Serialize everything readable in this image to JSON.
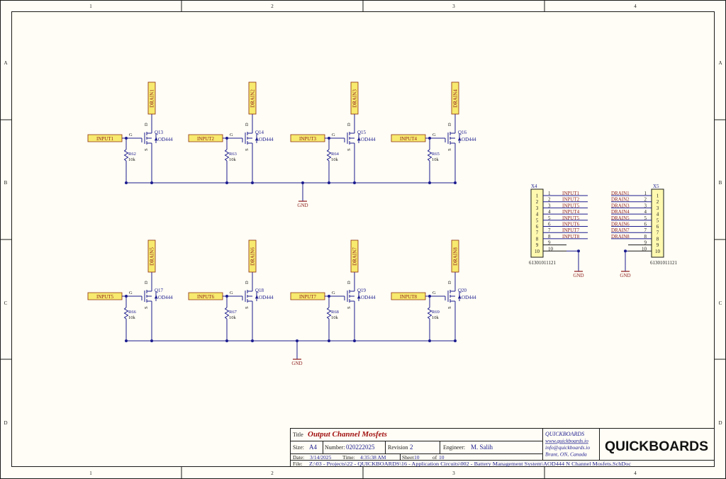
{
  "frame": {
    "col_labels": [
      "1",
      "2",
      "3",
      "4"
    ],
    "row_labels": [
      "A",
      "B",
      "C",
      "D"
    ]
  },
  "colors": {
    "wire": "#1b1b8f",
    "netlabel_fill": "#f7ea6e",
    "netlabel_stroke": "#8b2a0a",
    "netlabel_text": "#8b1a1a",
    "junction": "#1b1b8f",
    "designator": "#1b1b8f",
    "gnd": "#8b1a1a",
    "connector_fill": "#fff9b0",
    "border": "#1a1a1a",
    "title_red": "#a01010"
  },
  "mosfet_rows": [
    {
      "gnd": "GND",
      "channels": [
        {
          "input": "INPUT1",
          "drain": "DRAIN1",
          "q": "Q13",
          "part": "AOD444",
          "r": "R62",
          "rv": "10k",
          "g": "G",
          "d": "D",
          "s": "S"
        },
        {
          "input": "INPUT2",
          "drain": "DRAIN2",
          "q": "Q14",
          "part": "AOD444",
          "r": "R63",
          "rv": "10k",
          "g": "G",
          "d": "D",
          "s": "S"
        },
        {
          "input": "INPUT3",
          "drain": "DRAIN3",
          "q": "Q15",
          "part": "AOD444",
          "r": "R64",
          "rv": "10k",
          "g": "G",
          "d": "D",
          "s": "S"
        },
        {
          "input": "INPUT4",
          "drain": "DRAIN4",
          "q": "Q16",
          "part": "AOD444",
          "r": "R65",
          "rv": "10k",
          "g": "G",
          "d": "D",
          "s": "S"
        }
      ]
    },
    {
      "gnd": "GND",
      "channels": [
        {
          "input": "INPUT5",
          "drain": "DRAIN5",
          "q": "Q17",
          "part": "AOD444",
          "r": "R66",
          "rv": "10k",
          "g": "G",
          "d": "D",
          "s": "S"
        },
        {
          "input": "INPUT6",
          "drain": "DRAIN6",
          "q": "Q18",
          "part": "AOD444",
          "r": "R67",
          "rv": "10k",
          "g": "G",
          "d": "D",
          "s": "S"
        },
        {
          "input": "INPUT7",
          "drain": "DRAIN7",
          "q": "Q19",
          "part": "AOD444",
          "r": "R68",
          "rv": "10k",
          "g": "G",
          "d": "D",
          "s": "S"
        },
        {
          "input": "INPUT8",
          "drain": "DRAIN8",
          "q": "Q20",
          "part": "AOD444",
          "r": "R69",
          "rv": "10k",
          "g": "G",
          "d": "D",
          "s": "S"
        }
      ]
    }
  ],
  "connectors": [
    {
      "ref": "X4",
      "part": "61301011121",
      "pins": [
        "1",
        "2",
        "3",
        "4",
        "5",
        "6",
        "7",
        "8",
        "9",
        "10"
      ],
      "nets": [
        "INPUT1",
        "INPUT2",
        "INPUT5",
        "INPUT4",
        "INPUT5",
        "INPUT6",
        "INPUT7",
        "INPUT8",
        "",
        ""
      ],
      "gnd": "GND"
    },
    {
      "ref": "X5",
      "part": "61301011121",
      "pins": [
        "1",
        "2",
        "3",
        "4",
        "5",
        "6",
        "7",
        "8",
        "9",
        "10"
      ],
      "nets": [
        "DRAIN1",
        "DRAIN2",
        "DRAIN3",
        "DRAIN4",
        "DRAIN5",
        "DRAIN6",
        "DRAIN7",
        "DRAIN8",
        "",
        ""
      ],
      "gnd": "GND"
    }
  ],
  "title_block": {
    "title_label": "Title",
    "title": "Output Channel Mosfets",
    "size_label": "Size:",
    "size": "A4",
    "number_label": "Number:",
    "number": "020222025",
    "revision_label": "Revision",
    "revision": "2",
    "engineer_label": "Engineer:",
    "engineer": "M. Salih",
    "date_label": "Date:",
    "date": "3/14/2025",
    "time_label": "Time:",
    "time": "4:35:38 AM",
    "sheet_label": "Sheet",
    "sheet": "10",
    "of_label": "of",
    "of": "10",
    "file_label": "File:",
    "file": "Z:\\03 - Projects\\22 - QUICKBOARDS\\16 - Application Circuits\\002 - Battery Management System\\AOD444 N Channel Mosfets.SchDoc",
    "company": "QUICKBOARDS",
    "website": "www.quickboards.io",
    "email": "info@quickboards.io",
    "location": "Brant, ON, Canada",
    "logo": "QUICKBOARDS"
  }
}
